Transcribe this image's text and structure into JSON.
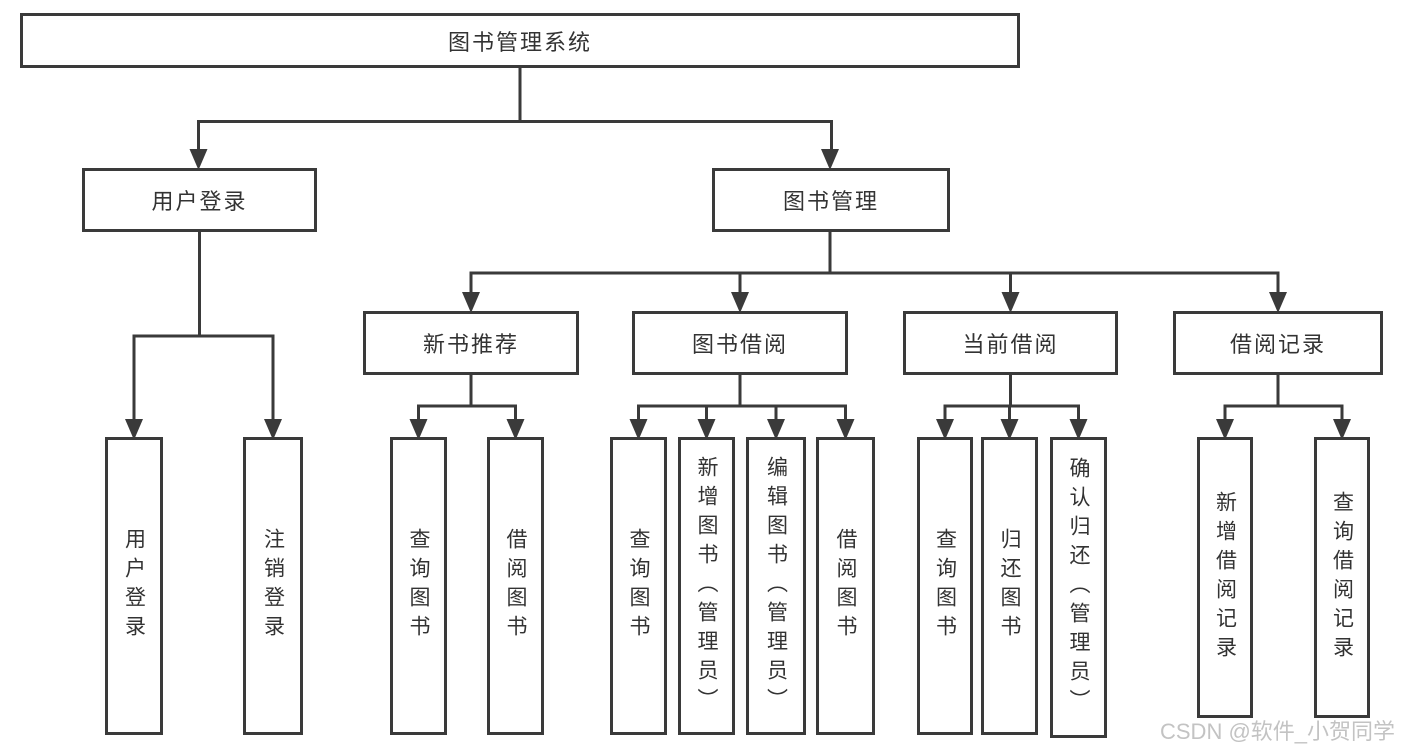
{
  "diagram": {
    "root": {
      "label": "图书管理系统"
    },
    "level2": [
      {
        "id": "user-login",
        "label": "用户登录"
      },
      {
        "id": "book-management",
        "label": "图书管理"
      }
    ],
    "level3": [
      {
        "id": "new-book-recommend",
        "parent": "图书管理",
        "label": "新书推荐"
      },
      {
        "id": "book-borrowing",
        "parent": "图书管理",
        "label": "图书借阅"
      },
      {
        "id": "current-borrowing",
        "parent": "图书管理",
        "label": "当前借阅"
      },
      {
        "id": "borrowing-records",
        "parent": "图书管理",
        "label": "借阅记录"
      }
    ],
    "leaves": [
      {
        "parent": "用户登录",
        "label": "用户登录"
      },
      {
        "parent": "用户登录",
        "label": "注销登录"
      },
      {
        "parent": "新书推荐",
        "label": "查询图书"
      },
      {
        "parent": "新书推荐",
        "label": "借阅图书"
      },
      {
        "parent": "图书借阅",
        "label": "查询图书"
      },
      {
        "parent": "图书借阅",
        "label": "新增图书（管理员）"
      },
      {
        "parent": "图书借阅",
        "label": "编辑图书（管理员）"
      },
      {
        "parent": "图书借阅",
        "label": "借阅图书"
      },
      {
        "parent": "当前借阅",
        "label": "查询图书"
      },
      {
        "parent": "当前借阅",
        "label": "归还图书"
      },
      {
        "parent": "当前借阅",
        "label": "确认归还（管理员）"
      },
      {
        "parent": "借阅记录",
        "label": "新增借阅记录"
      },
      {
        "parent": "借阅记录",
        "label": "查询借阅记录"
      }
    ],
    "watermark": "CSDN @软件_小贺同学",
    "colors": {
      "line": "#3a3a3a",
      "text": "#333333",
      "watermark": "#c3c3c3",
      "background": "#ffffff"
    }
  }
}
